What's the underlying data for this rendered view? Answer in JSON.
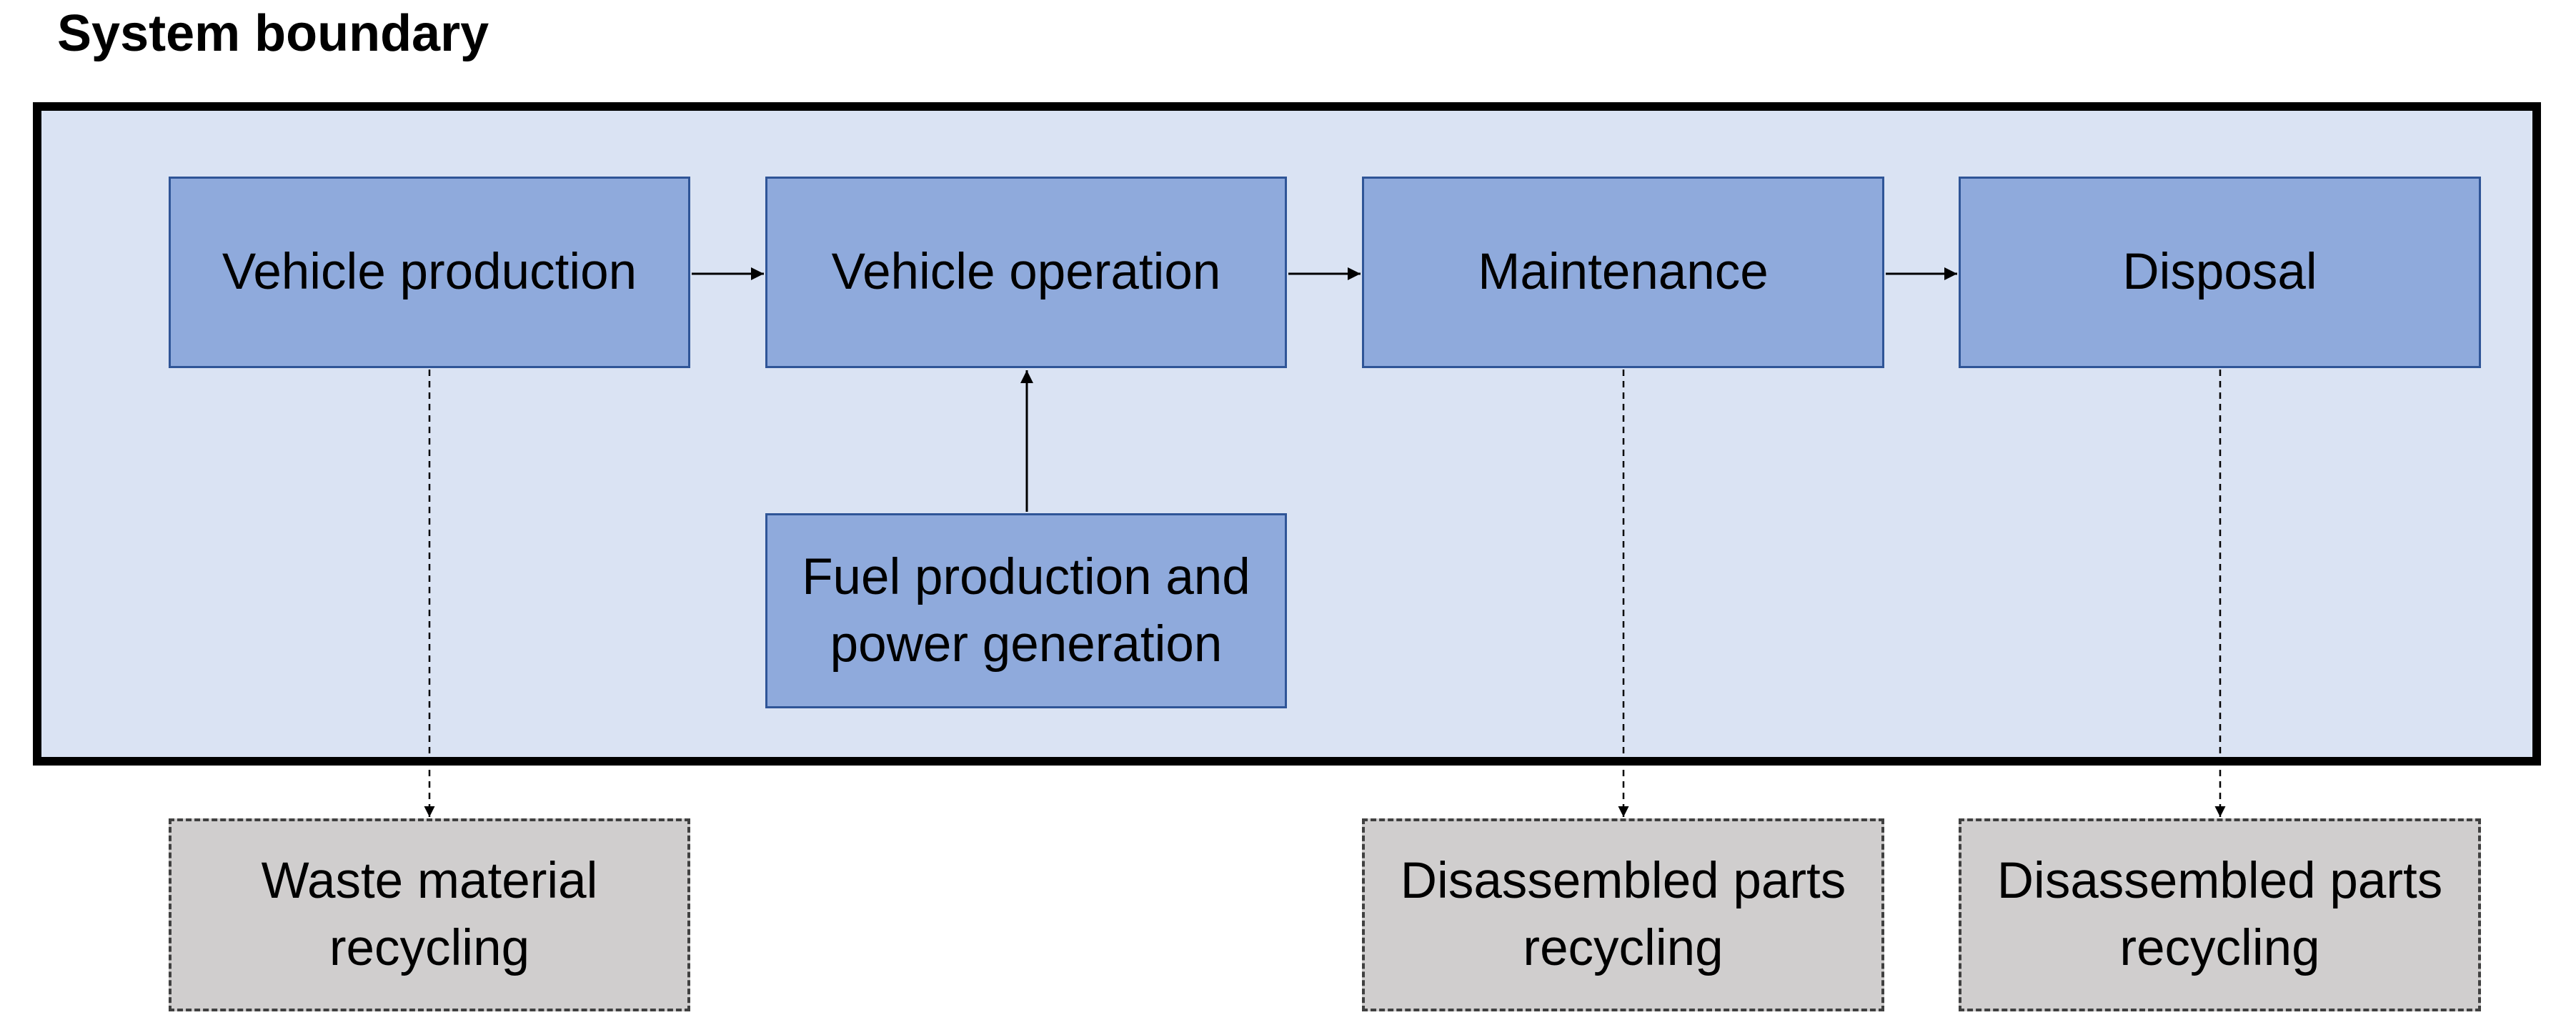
{
  "title": "System boundary",
  "stages": [
    {
      "id": "vehicle-production",
      "label": "Vehicle production"
    },
    {
      "id": "vehicle-operation",
      "label": "Vehicle operation"
    },
    {
      "id": "maintenance",
      "label": "Maintenance"
    },
    {
      "id": "disposal",
      "label": "Disposal"
    }
  ],
  "fuel": {
    "line1": "Fuel production and",
    "line2": "power generation"
  },
  "outputs": [
    {
      "line1": "Waste material",
      "line2": "recycling"
    },
    {
      "line1": "Disassembled parts",
      "line2": "recycling"
    },
    {
      "line1": "Disassembled parts",
      "line2": "recycling"
    }
  ],
  "colors": {
    "boundary_fill": "#dae3f3",
    "stage_fill": "#8faadc",
    "stage_border": "#2f5597",
    "output_fill": "#d0cece"
  }
}
